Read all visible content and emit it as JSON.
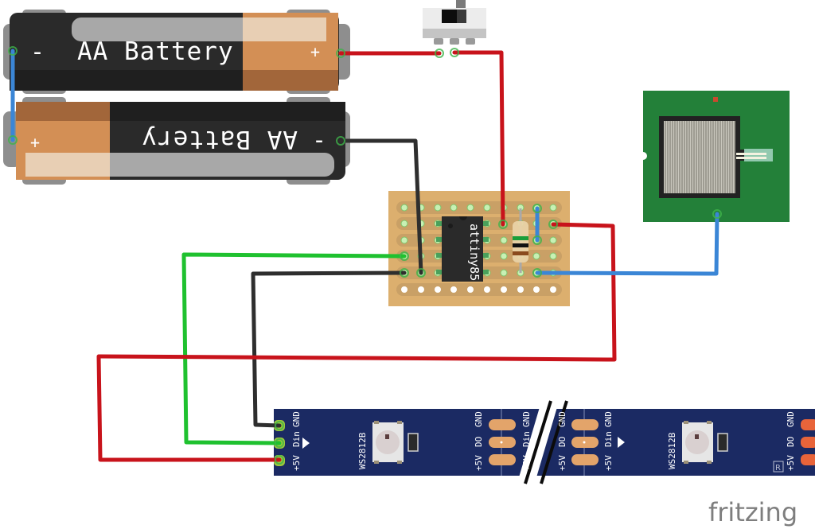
{
  "app": {
    "brand": "fritzing"
  },
  "components": {
    "battery_top": {
      "label": "AA Battery",
      "minus": "-",
      "plus": "+"
    },
    "battery_bottom": {
      "label": "AA Battery",
      "minus": "-",
      "plus": "+"
    },
    "switch": {
      "name": "slide switch"
    },
    "mcu": {
      "label": "attiny85"
    },
    "resistor": {
      "bands": [
        "#1a9e3a",
        "#111111",
        "#8a4a1e"
      ]
    },
    "fsr": {
      "name": "force sensitive resistor"
    },
    "led_strip": {
      "left_segment": {
        "chip_label": "WS2812B",
        "in_pins": [
          "GND",
          "Din",
          "+5V"
        ],
        "out_pins": [
          "GND",
          "DO",
          "+5V"
        ]
      },
      "right_segment": {
        "chip_label": "WS2812B",
        "in_pins": [
          "GND",
          "Din",
          "+5V"
        ],
        "out_pins": [
          "GND",
          "DO",
          "+5V"
        ],
        "mark": "R"
      },
      "cut_left_pins": [
        "GND",
        "Din",
        "+5V"
      ],
      "cut_right_pins": [
        "GND",
        "DO",
        "+5V"
      ]
    }
  },
  "colors": {
    "wire_red": "#c8131b",
    "wire_black": "#2e2e2e",
    "wire_green": "#1fc12f",
    "wire_blue": "#3b86d6",
    "stripboard": "#dcaf6e",
    "strip": "#c9a066",
    "strip_pcb": "#1b2a63",
    "fsr_pcb": "#238039",
    "pad": "#e3a46a"
  }
}
